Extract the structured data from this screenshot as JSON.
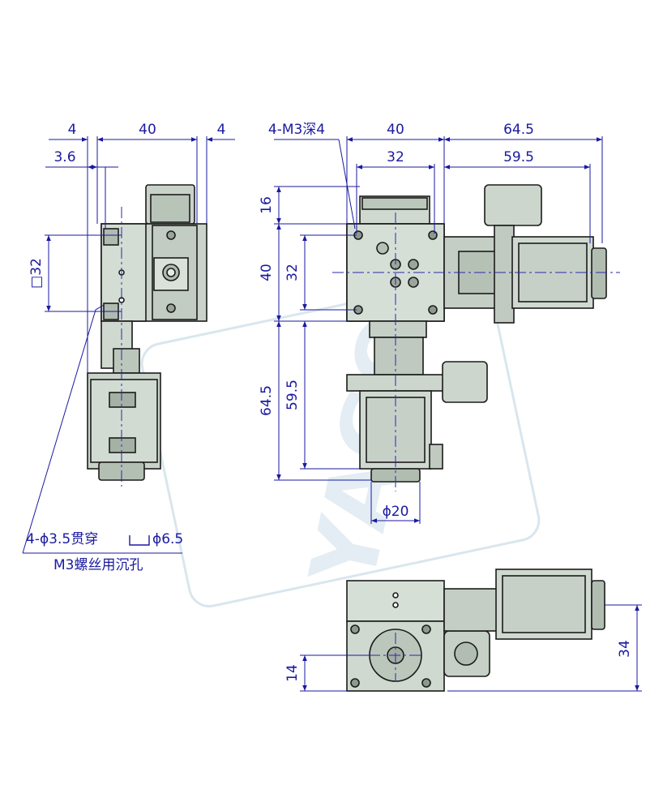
{
  "watermark": "YAGOS",
  "left_view": {
    "dim_top_left": "4",
    "dim_top_mid": "40",
    "dim_top_right": "4",
    "dim_second": "3.6",
    "dim_square": "□32"
  },
  "front_view": {
    "label_tap": "4-M3深4",
    "dim_width": "40",
    "dim_inner": "32",
    "dim_motor_w": "64.5",
    "dim_motor_inner": "59.5",
    "dim_height_top": "16",
    "dim_height": "40",
    "dim_height_inner": "32",
    "dim_motor_h": "64.5",
    "dim_motor_h_inner": "59.5",
    "dim_bore": "ϕ20"
  },
  "notes": {
    "hole_line1": "4-ϕ3.5贯穿",
    "hole_line1b": "ϕ6.5",
    "hole_line2": "M3螺丝用沉孔"
  },
  "bottom_view": {
    "dim_height_left": "14",
    "dim_height_right": "34"
  },
  "colors": {
    "body": "#c9d3c9",
    "outline": "#1b1b1b",
    "dimension": "#1a1aa0",
    "centerline": "#2a2aa8"
  }
}
